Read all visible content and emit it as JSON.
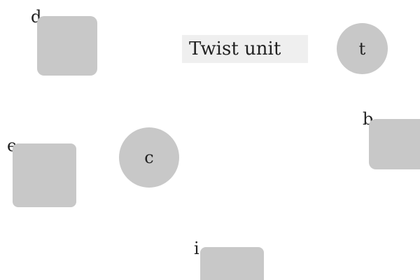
{
  "title": "Twist unit",
  "colors": {
    "shape_fill": "#c8c8c8",
    "title_background": "#efefef",
    "text": "#222222"
  },
  "labels": {
    "d": "d",
    "e": "e",
    "b": "b",
    "i": "i",
    "t": "t",
    "c": "c"
  }
}
